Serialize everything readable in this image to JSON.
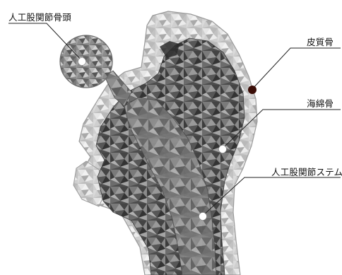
{
  "labels": {
    "femoral_head": "人工股関節骨頭",
    "cortical_bone": "皮質骨",
    "cancellous_bone": "海綿骨",
    "stem": "人工股関節ステム"
  },
  "colors": {
    "leader_line": "#222222",
    "cortical_marker": "#3a0d06",
    "bone_edge": "#9a9a9a",
    "mesh_dark": "#4a4a4a",
    "mesh_light": "#c8c8c8",
    "background": "#ffffff"
  }
}
